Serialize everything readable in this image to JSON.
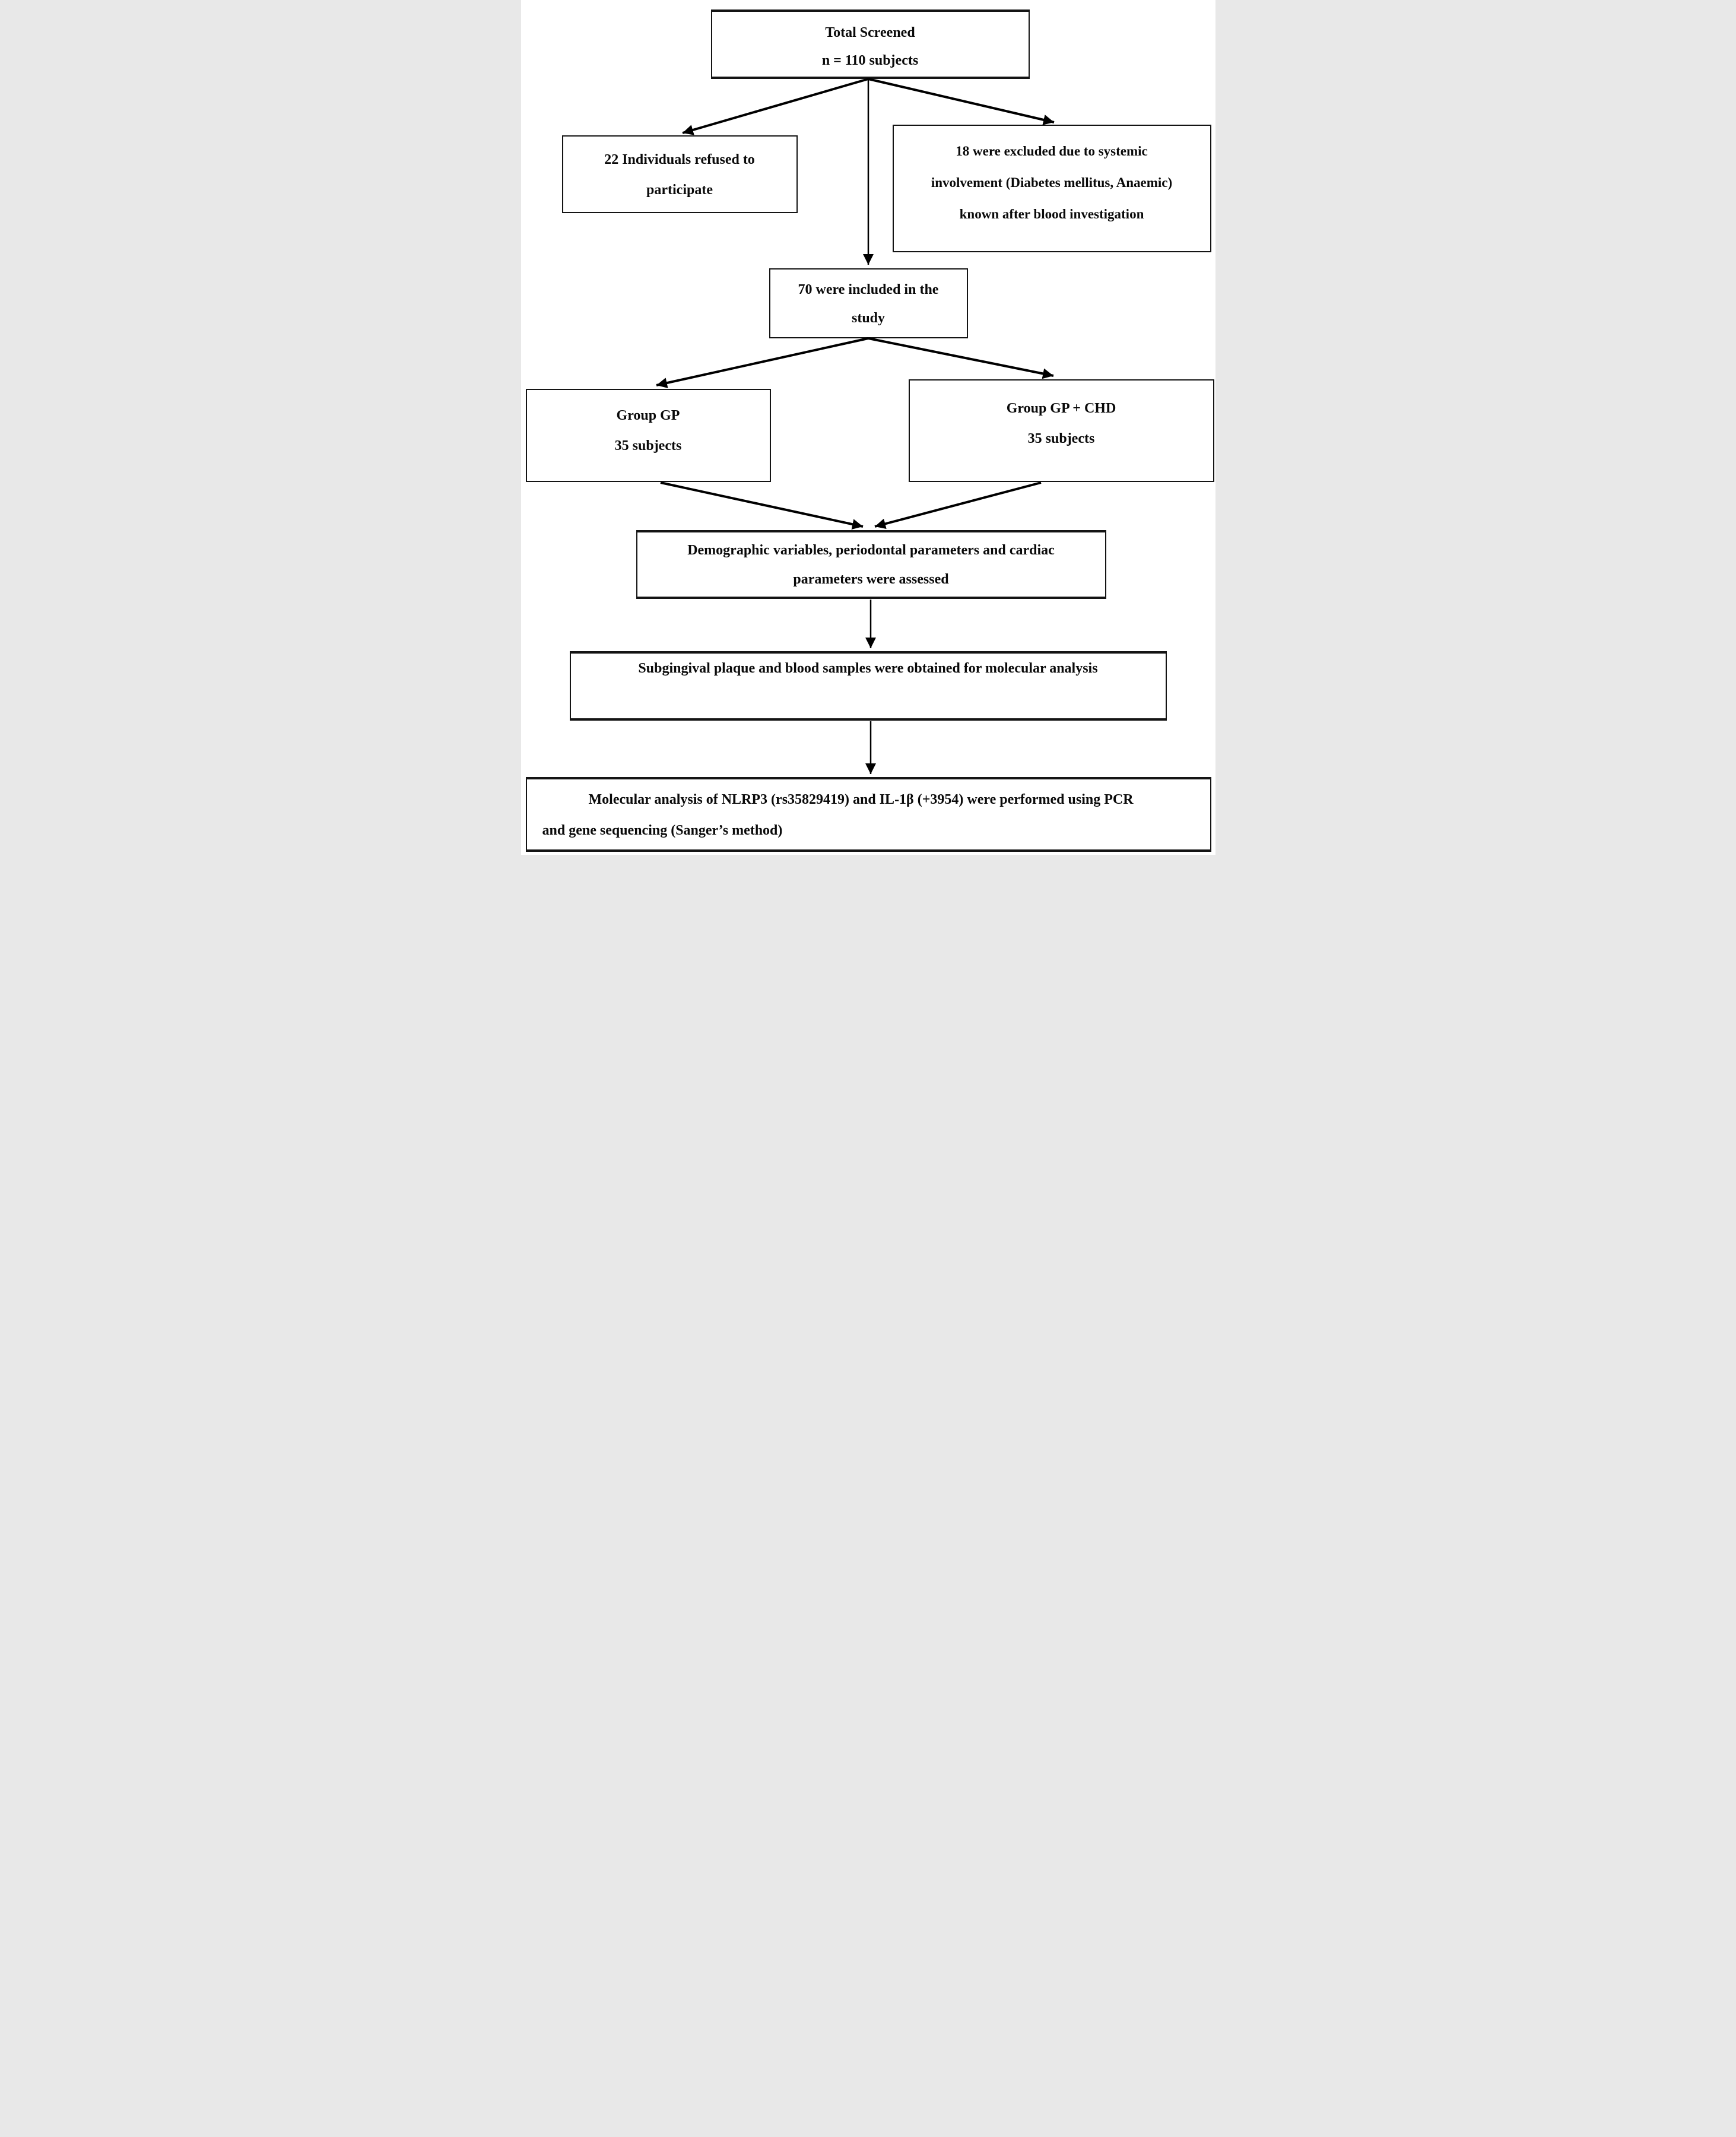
{
  "diagram": {
    "background_color": "#ffffff",
    "line_color": "#000000",
    "nodes": [
      {
        "id": "total-screened",
        "lines": [
          "Total Screened",
          "n = 110 subjects"
        ]
      },
      {
        "id": "refused",
        "lines": [
          "22 Individuals refused to",
          "participate"
        ]
      },
      {
        "id": "excluded",
        "lines": [
          "18 were excluded due to systemic",
          "involvement (Diabetes mellitus, Anaemic)",
          "known after blood investigation"
        ]
      },
      {
        "id": "included",
        "lines": [
          "70 were included in the",
          "study"
        ]
      },
      {
        "id": "group-gp",
        "lines": [
          "Group GP",
          "35 subjects"
        ]
      },
      {
        "id": "group-gp-chd",
        "lines": [
          "Group GP + CHD",
          "35 subjects"
        ]
      },
      {
        "id": "parameters-assessed",
        "lines": [
          "Demographic variables, periodontal parameters and cardiac",
          "parameters were assessed"
        ]
      },
      {
        "id": "samples-obtained",
        "lines": [
          "Subgingival plaque and blood samples were obtained for molecular analysis"
        ]
      },
      {
        "id": "molecular-analysis",
        "lines": [
          "Molecular analysis of NLRP3 (rs35829419) and IL-1β (+3954) were performed using PCR",
          "and gene sequencing (Sanger’s method)"
        ]
      }
    ],
    "edges": [
      {
        "from": "total-screened",
        "to": "refused"
      },
      {
        "from": "total-screened",
        "to": "excluded"
      },
      {
        "from": "total-screened",
        "to": "included"
      },
      {
        "from": "included",
        "to": "group-gp"
      },
      {
        "from": "included",
        "to": "group-gp-chd"
      },
      {
        "from": "group-gp",
        "to": "parameters-assessed"
      },
      {
        "from": "group-gp-chd",
        "to": "parameters-assessed"
      },
      {
        "from": "parameters-assessed",
        "to": "samples-obtained"
      },
      {
        "from": "samples-obtained",
        "to": "molecular-analysis"
      }
    ]
  }
}
